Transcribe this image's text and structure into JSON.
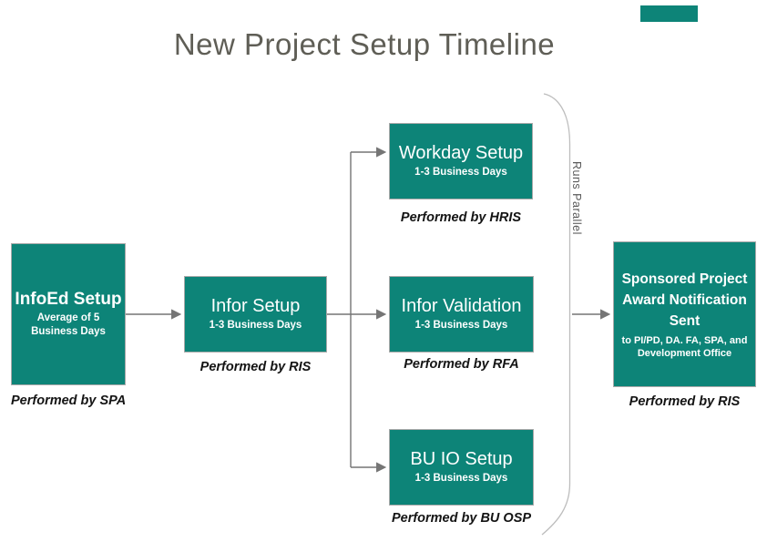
{
  "title": "New Project Setup Timeline",
  "brace_label": "Runs Parallel",
  "colors": {
    "box_teal": "#0d8478",
    "connector_gray": "#757575",
    "brace_gray": "#bdbdbd",
    "title_text": "#5f5e56"
  },
  "nodes": [
    {
      "title": "InfoEd Setup",
      "subtitle": "Average of 5 Business Days",
      "caption": "Performed by SPA"
    },
    {
      "title": "Infor Setup",
      "subtitle": "1-3 Business Days",
      "caption": "Performed by RIS"
    },
    {
      "title": "Workday Setup",
      "subtitle": "1-3 Business Days",
      "caption": "Performed by HRIS"
    },
    {
      "title": "Infor Validation",
      "subtitle": "1-3 Business Days",
      "caption": "Performed by RFA"
    },
    {
      "title": "BU IO Setup",
      "subtitle": "1-3 Business Days",
      "caption": "Performed by BU OSP"
    },
    {
      "title": "Sponsored Project Award Notification Sent",
      "subtitle": "to PI/PD, DA. FA, SPA, and Development Office",
      "caption": "Performed by RIS"
    }
  ]
}
